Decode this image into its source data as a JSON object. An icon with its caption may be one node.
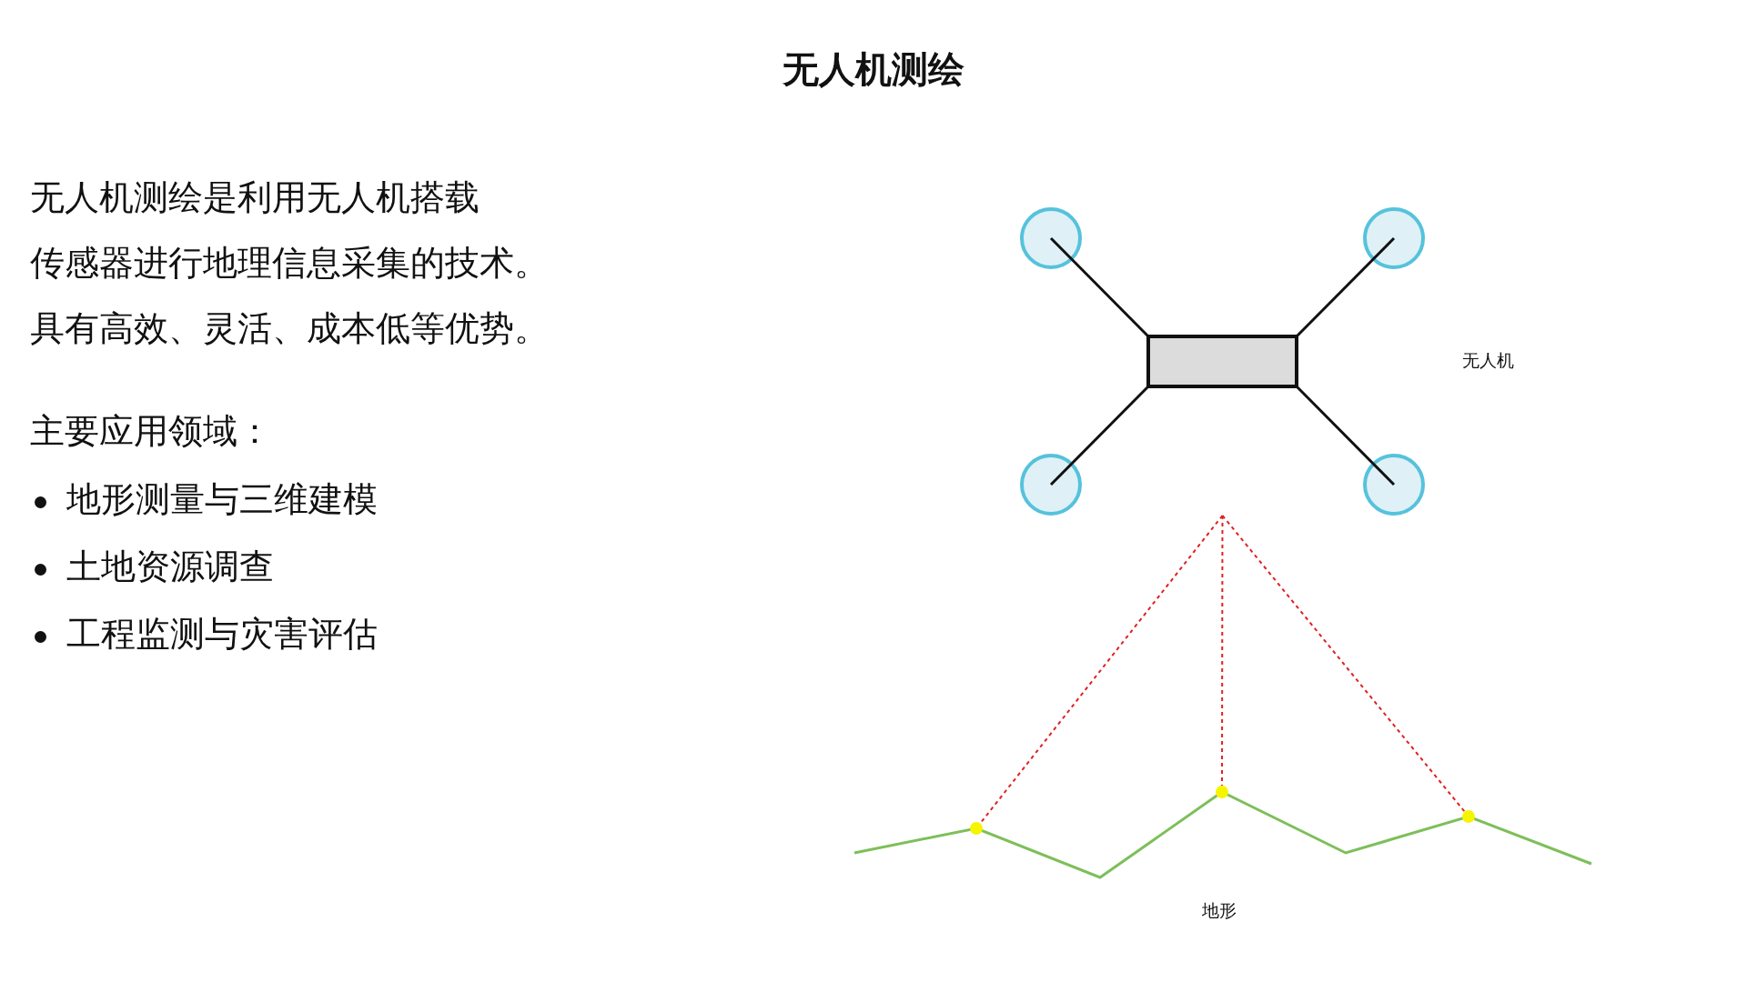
{
  "diagram": {
    "title": "无人机测绘",
    "nodes": [
      {
        "text": [],
        "shape": "picture"
      },
      {
        "text": [],
        "shape": "circle"
      },
      {
        "text": [],
        "shape": "circle"
      },
      {
        "text": [],
        "shape": "circle"
      }
    ],
    "edges": [
      {
        "from": 0,
        "to": 1,
        "arrow": "none",
        "style": "dashed"
      },
      {
        "from": 0,
        "to": 2,
        "arrow": "none",
        "style": "dashed"
      },
      {
        "from": 0,
        "to": 3,
        "arrow": "none",
        "style": "dashed"
      }
    ],
    "labels": [
      "无人机测绘是利用无人机搭载",
      "传感器进行地理信息采集的技术。",
      "具有高效、灵活、成本低等优势。",
      "主要应用领域：",
      "地形测量与三维建模",
      "土地资源调查",
      "工程监测与灾害评估",
      "无人机",
      "地形"
    ]
  }
}
